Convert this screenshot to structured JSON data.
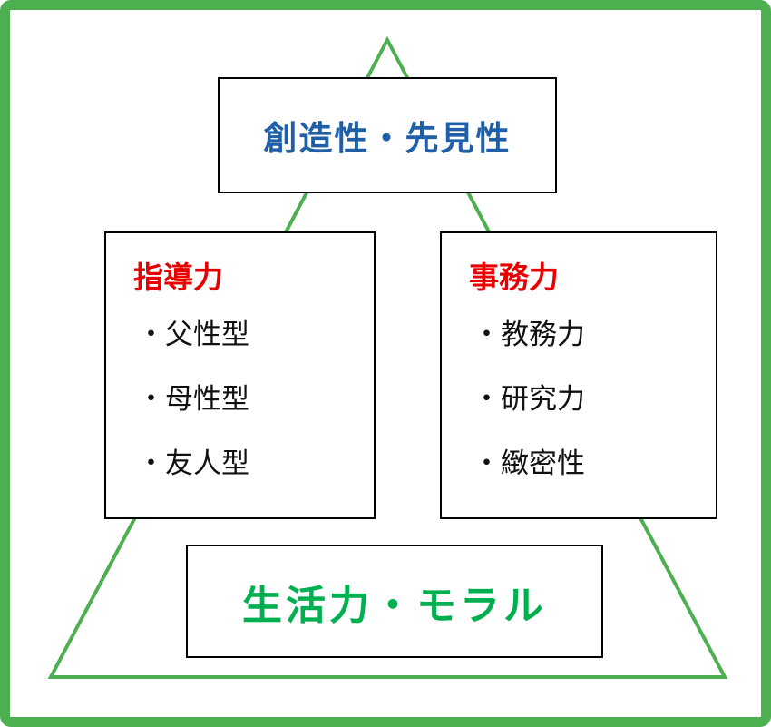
{
  "colors": {
    "frame_green": "#4caf50",
    "triangle_green": "#4caf50",
    "title_blue": "#1f5fa8",
    "heading_red": "#e80000",
    "bottom_green": "#00b050",
    "box_border": "#000000"
  },
  "pyramid": {
    "top_box": {
      "label": "創造性・先見性"
    },
    "left_box": {
      "title": "指導力",
      "items": [
        "・父性型",
        "・母性型",
        "・友人型"
      ]
    },
    "right_box": {
      "title": "事務力",
      "items": [
        "・教務力",
        "・研究力",
        "・緻密性"
      ]
    },
    "bottom_box": {
      "label": "生活力・モラル"
    }
  }
}
